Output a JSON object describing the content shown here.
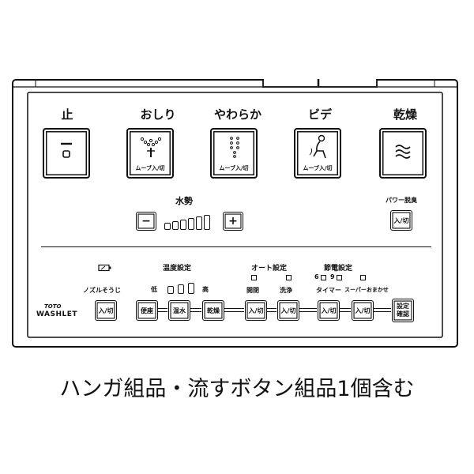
{
  "top_buttons": [
    {
      "label": "止",
      "sub": ""
    },
    {
      "label": "おしり",
      "sub": "ムーブ入/切"
    },
    {
      "label": "やわらか",
      "sub": "ムーブ入/切"
    },
    {
      "label": "ビデ",
      "sub": "ムーブ入/切"
    },
    {
      "label": "乾燥",
      "sub": ""
    }
  ],
  "water": {
    "label": "水勢",
    "minus": "−",
    "plus": "+",
    "level_bars": 6
  },
  "power_deodorize": {
    "label": "パワー脱臭",
    "button": "入/切"
  },
  "brand": {
    "line1": "TOTO",
    "line2": "WASHLET"
  },
  "nozzle": {
    "label": "ノズルそうじ",
    "button": "入/切"
  },
  "temperature": {
    "label": "温度設定",
    "low": "低",
    "high": "高",
    "buttons": [
      "便座",
      "温水",
      "乾燥"
    ]
  },
  "auto": {
    "label": "オート設定",
    "open_close": "開閉",
    "flush": "洗浄",
    "buttons": [
      "入/切",
      "入/切"
    ]
  },
  "eco": {
    "label": "節電設定",
    "h6": "6",
    "h9": "9",
    "timer": "タイマー",
    "super": "スーパーおまかせ",
    "buttons": [
      "入/切",
      "入/切"
    ]
  },
  "settings_confirm": {
    "line1": "設定",
    "line2": "確認"
  },
  "caption": "ハンガ組品・流すボタン組品1個含む",
  "icons": [
    "stop-icon",
    "bidet-spray-icon",
    "soft-spray-icon",
    "woman-bidet-icon",
    "dry-wave-icon",
    "battery-icon"
  ]
}
